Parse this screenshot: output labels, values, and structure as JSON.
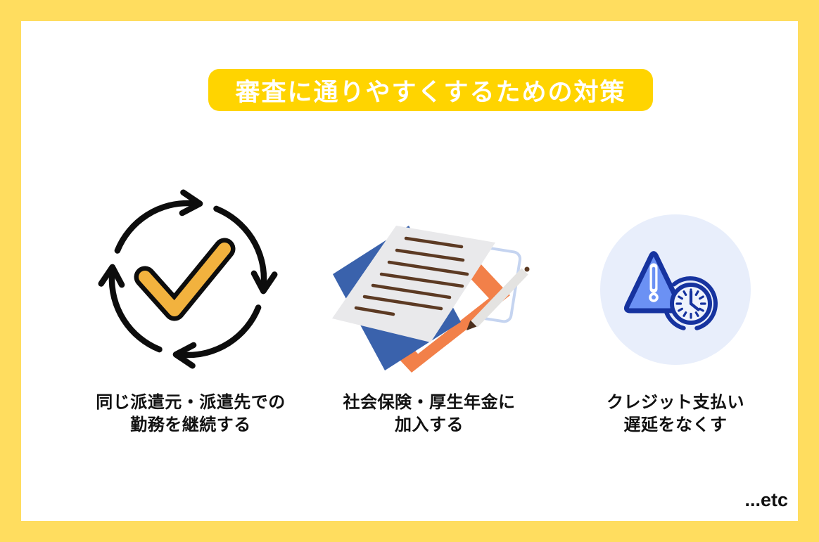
{
  "title": {
    "text": "審査に通りやすくするための対策"
  },
  "items": [
    {
      "icon": "cycle-check-icon",
      "lines": [
        "同じ派遣元・派遣先での",
        "勤務を継続する"
      ]
    },
    {
      "icon": "documents-pen-icon",
      "lines": [
        "社会保険・厚生年金に",
        "加入する"
      ]
    },
    {
      "icon": "warning-clock-icon",
      "lines": [
        "クレジット支払い",
        "遅延をなくす"
      ]
    }
  ],
  "footer": {
    "etc": "...etc"
  },
  "colors": {
    "frame_yellow": "#FFDD5F",
    "banner_yellow": "#FFD400",
    "card_white": "#FFFFFF",
    "text_black": "#111111",
    "check_yellow": "#F2B23E",
    "icon_outline_black": "#0D0D0D",
    "paper_gray": "#E9E9EB",
    "paper_blue": "#3A62AC",
    "folder_orange": "#F28049",
    "text_line_brown": "#5C3A23",
    "pen_gray": "#E4E3E1",
    "pen_tip_brown": "#4A2E1C",
    "clip_light_blue": "#C5D4F0",
    "badge_bg_light_blue": "#E8EEFB",
    "warning_blue": "#6B91F4",
    "warning_navy": "#16339F"
  }
}
